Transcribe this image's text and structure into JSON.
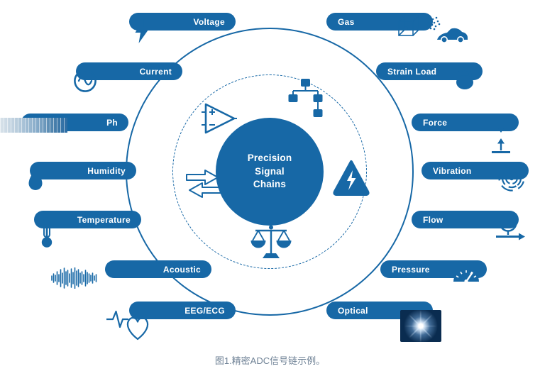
{
  "diagram": {
    "center": {
      "lines": [
        "Precision",
        "Signal",
        "Chains"
      ]
    },
    "caption": "图1.精密ADC信号链示例。",
    "left_items": [
      {
        "label": "Voltage",
        "icon": "lightning-bolt-icon"
      },
      {
        "label": "Current",
        "icon": "sine-wave-icon"
      },
      {
        "label": "Ph",
        "icon": "ph-test-strip-icon"
      },
      {
        "label": "Humidity",
        "icon": "water-droplet-icon"
      },
      {
        "label": "Temperature",
        "icon": "thermometer-icon"
      },
      {
        "label": "Acoustic",
        "icon": "audio-waveform-icon"
      },
      {
        "label": "EEG/ECG",
        "icon": "heart-ecg-icon"
      }
    ],
    "right_items": [
      {
        "label": "Gas",
        "icon": "gas-cube-particles-car-icon"
      },
      {
        "label": "Strain Load",
        "icon": "kettlebell-weight-icon"
      },
      {
        "label": "Force",
        "icon": "compression-arrows-icon"
      },
      {
        "label": "Vibration",
        "icon": "ripple-waves-icon"
      },
      {
        "label": "Flow",
        "icon": "flow-meter-icon"
      },
      {
        "label": "Pressure",
        "icon": "pressure-gauge-icon"
      },
      {
        "label": "Optical",
        "icon": "light-burst-icon"
      }
    ],
    "hub_icons": [
      "op-amp-icon",
      "signal-hierarchy-icon",
      "swap-arrows-icon",
      "power-lightning-icon",
      "balance-scales-icon"
    ],
    "colors": {
      "primary": "#1768a6",
      "optical_bg": "#0a2c50",
      "caption": "#6f8296"
    }
  }
}
